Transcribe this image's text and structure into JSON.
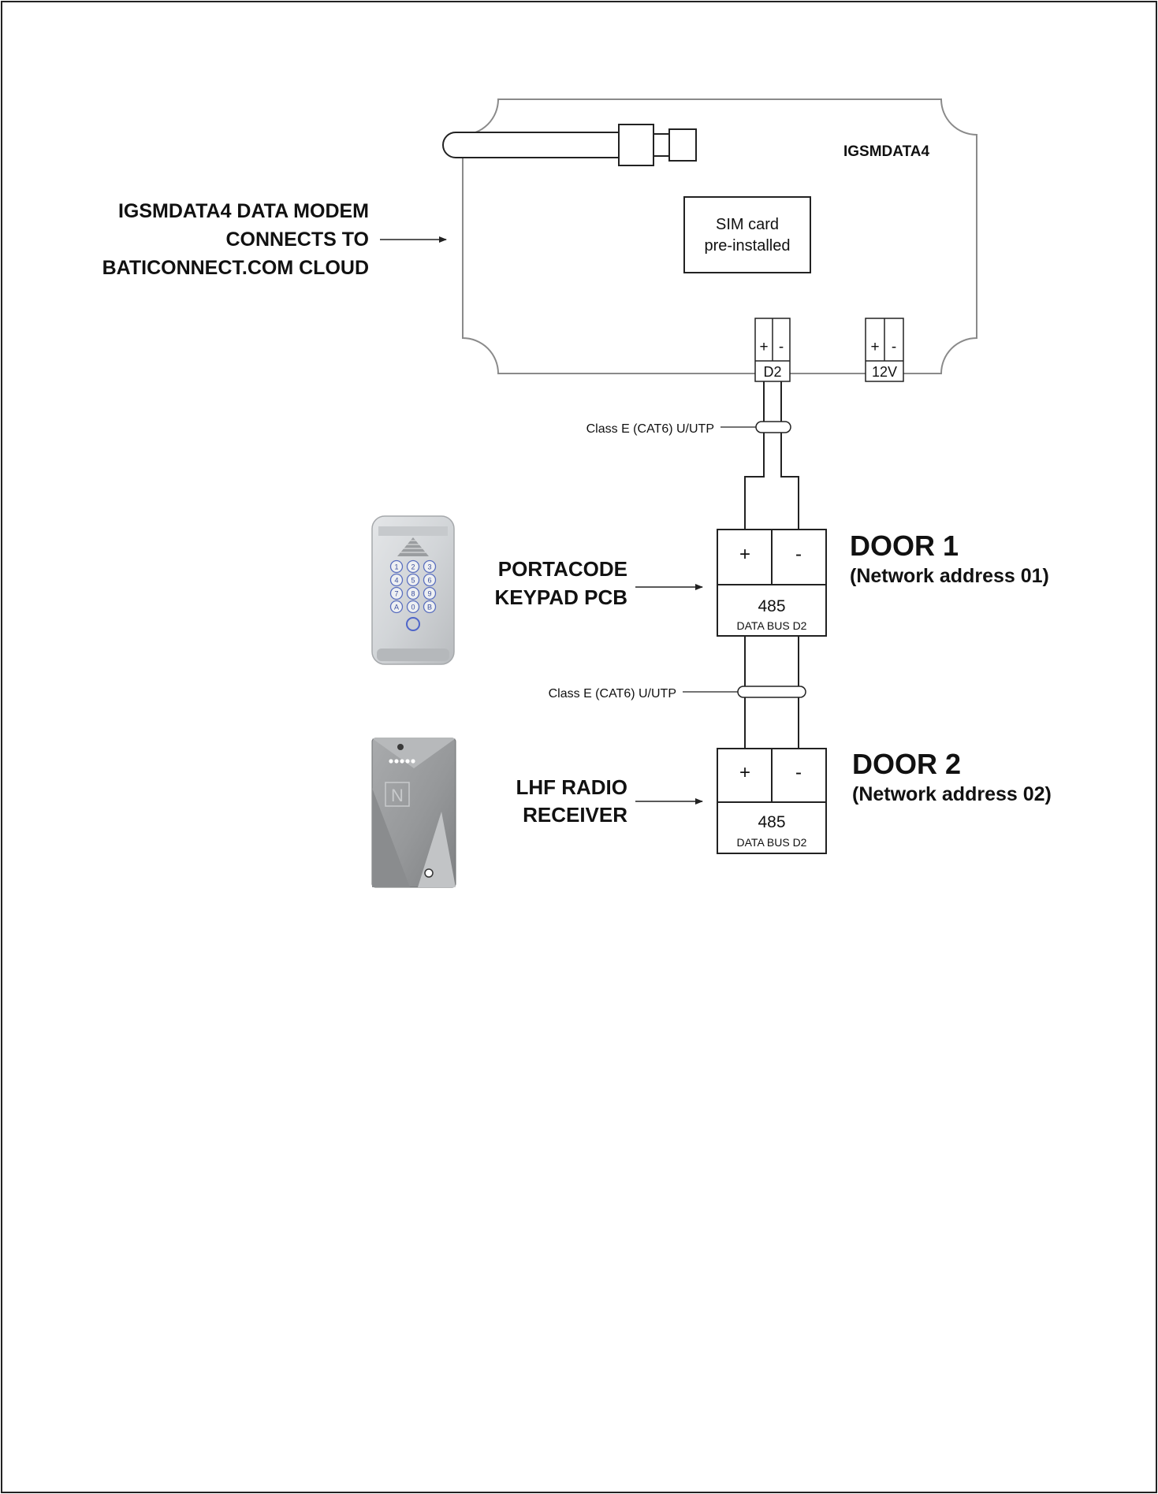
{
  "modem": {
    "title": "IGSMDATA4",
    "sim_line1": "SIM card",
    "sim_line2": "pre-installed",
    "terminal_d2": {
      "plus": "+",
      "minus": "-",
      "label": "D2"
    },
    "terminal_12v": {
      "plus": "+",
      "minus": "-",
      "label": "12V"
    },
    "callout": [
      "IGSMDATA4 DATA MODEM",
      "CONNECTS TO",
      "BATICONNECT.COM CLOUD"
    ]
  },
  "cables": [
    {
      "label": "Class E (CAT6)  U/UTP"
    },
    {
      "label": "Class E (CAT6)  U/UTP"
    }
  ],
  "doors": [
    {
      "title": "DOOR 1",
      "subtitle": "(Network address 01)",
      "plus": "+",
      "minus": "-",
      "bus_number": "485",
      "bus_label": "DATA BUS D2",
      "device_label": [
        "PORTACODE",
        "KEYPAD PCB"
      ],
      "keypad_keys": [
        "1",
        "2",
        "3",
        "4",
        "5",
        "6",
        "7",
        "8",
        "9",
        "A",
        "0",
        "B"
      ]
    },
    {
      "title": "DOOR 2",
      "subtitle": "(Network address 02)",
      "plus": "+",
      "minus": "-",
      "bus_number": "485",
      "bus_label": "DATA BUS D2",
      "device_label": [
        "LHF RADIO",
        "RECEIVER"
      ],
      "logo": "N"
    }
  ]
}
